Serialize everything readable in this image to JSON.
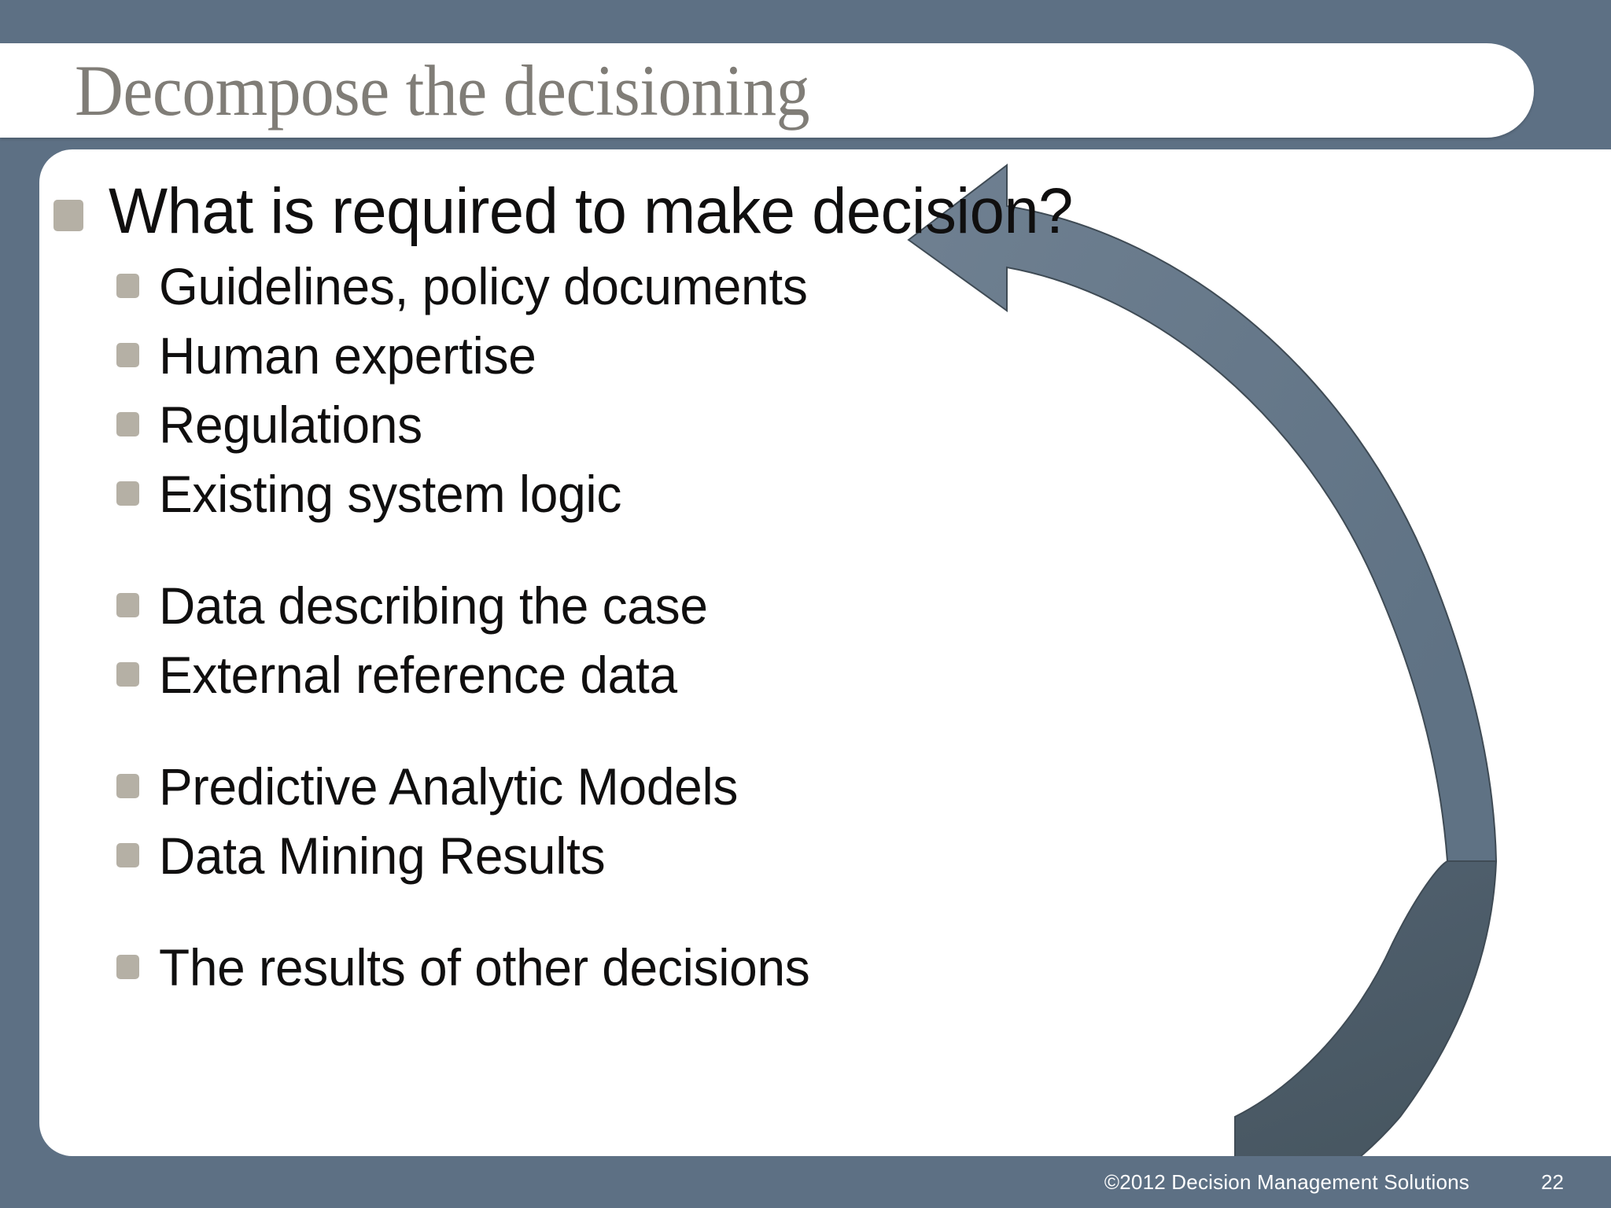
{
  "slide": {
    "title": "Decompose the decisioning",
    "colors": {
      "background": "#5d7084",
      "panel": "#ffffff",
      "title_text": "#807d77",
      "body_text": "#100f0f",
      "bullet_marker": "#b5b0a5",
      "arrow_light": "#6b7c8c",
      "arrow_dark": "#475765",
      "footer_text": "#ffffff"
    }
  },
  "body": {
    "bullets": [
      {
        "level": 1,
        "text": "What is required to make decision?",
        "spaced": false
      },
      {
        "level": 2,
        "text": "Guidelines, policy documents",
        "spaced": false
      },
      {
        "level": 2,
        "text": "Human expertise",
        "spaced": false
      },
      {
        "level": 2,
        "text": "Regulations",
        "spaced": false
      },
      {
        "level": 2,
        "text": "Existing system logic",
        "spaced": false
      },
      {
        "level": 2,
        "text": "Data describing the case",
        "spaced": true
      },
      {
        "level": 2,
        "text": "External reference data",
        "spaced": false
      },
      {
        "level": 2,
        "text": "Predictive Analytic Models",
        "spaced": true
      },
      {
        "level": 2,
        "text": "Data Mining Results",
        "spaced": false
      },
      {
        "level": 2,
        "text": "The results of other decisions",
        "spaced": true
      }
    ]
  },
  "graphics": {
    "curved_arrow_label": "curved-arrow"
  },
  "footer": {
    "copyright": "©2012 Decision Management Solutions",
    "page_number": "22"
  }
}
